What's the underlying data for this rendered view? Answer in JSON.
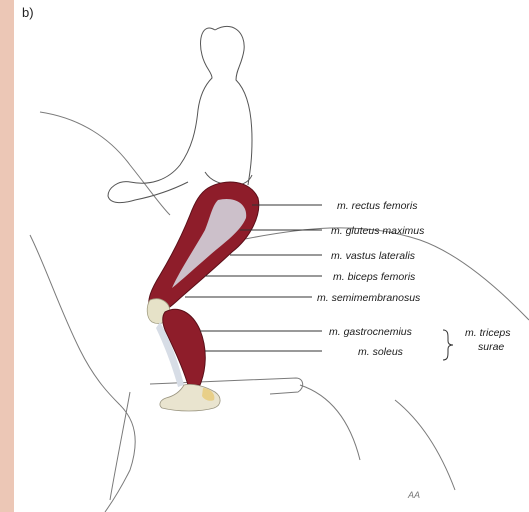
{
  "figure": {
    "panel_label": "b)",
    "signature": "AA"
  },
  "labels": [
    {
      "id": "rectus-femoris",
      "text": "m. rectus femoris"
    },
    {
      "id": "gluteus-maximus",
      "text": "m. gluteus maximus"
    },
    {
      "id": "vastus-lateralis",
      "text": "m. vastus lateralis"
    },
    {
      "id": "biceps-femoris",
      "text": "m. biceps femoris"
    },
    {
      "id": "semimembranosus",
      "text": "m. semimembranosus"
    },
    {
      "id": "gastrocnemius",
      "text": "m. gastrocnemius"
    },
    {
      "id": "soleus",
      "text": "m. soleus"
    }
  ],
  "group_label": {
    "line1": "m. triceps",
    "line2": "surae"
  },
  "colors": {
    "accent_strip": "#ecc7b6",
    "muscle": "#8e1d2a",
    "tendon": "#d7dde6",
    "outline": "#6f6f6f"
  }
}
